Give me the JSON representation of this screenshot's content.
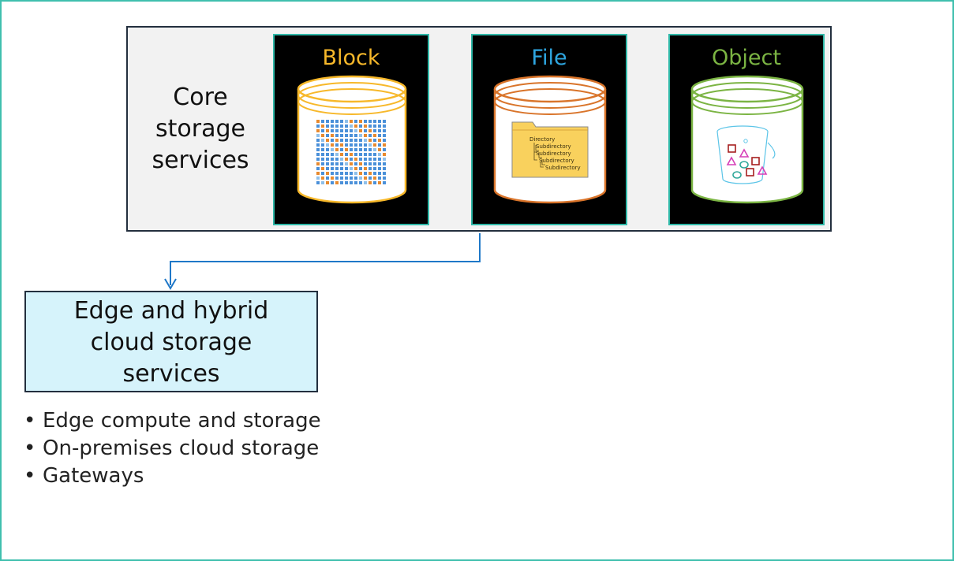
{
  "core": {
    "label_lines": [
      "Core",
      "storage",
      "services"
    ]
  },
  "tiles": [
    {
      "title": "Block",
      "color": "#f7b82a"
    },
    {
      "title": "File",
      "color": "#2ea6e0",
      "folder_lines": [
        "Directory",
        "Subdirectory",
        "Subdirectory",
        "Subdirectory",
        "Subdirectory"
      ]
    },
    {
      "title": "Object",
      "color": "#7bb443"
    }
  ],
  "cylinder_colors": {
    "block": "#f7b82a",
    "file": "#d9742a",
    "object": "#7bb443"
  },
  "edge": {
    "title_lines": [
      "Edge and hybrid",
      "cloud storage",
      "services"
    ],
    "items": [
      "Edge compute and storage",
      "On-premises cloud storage",
      "Gateways"
    ],
    "box_color": "#d6f3fb"
  },
  "connector_color": "#1f78c8",
  "frame_color": "#3fbfae"
}
